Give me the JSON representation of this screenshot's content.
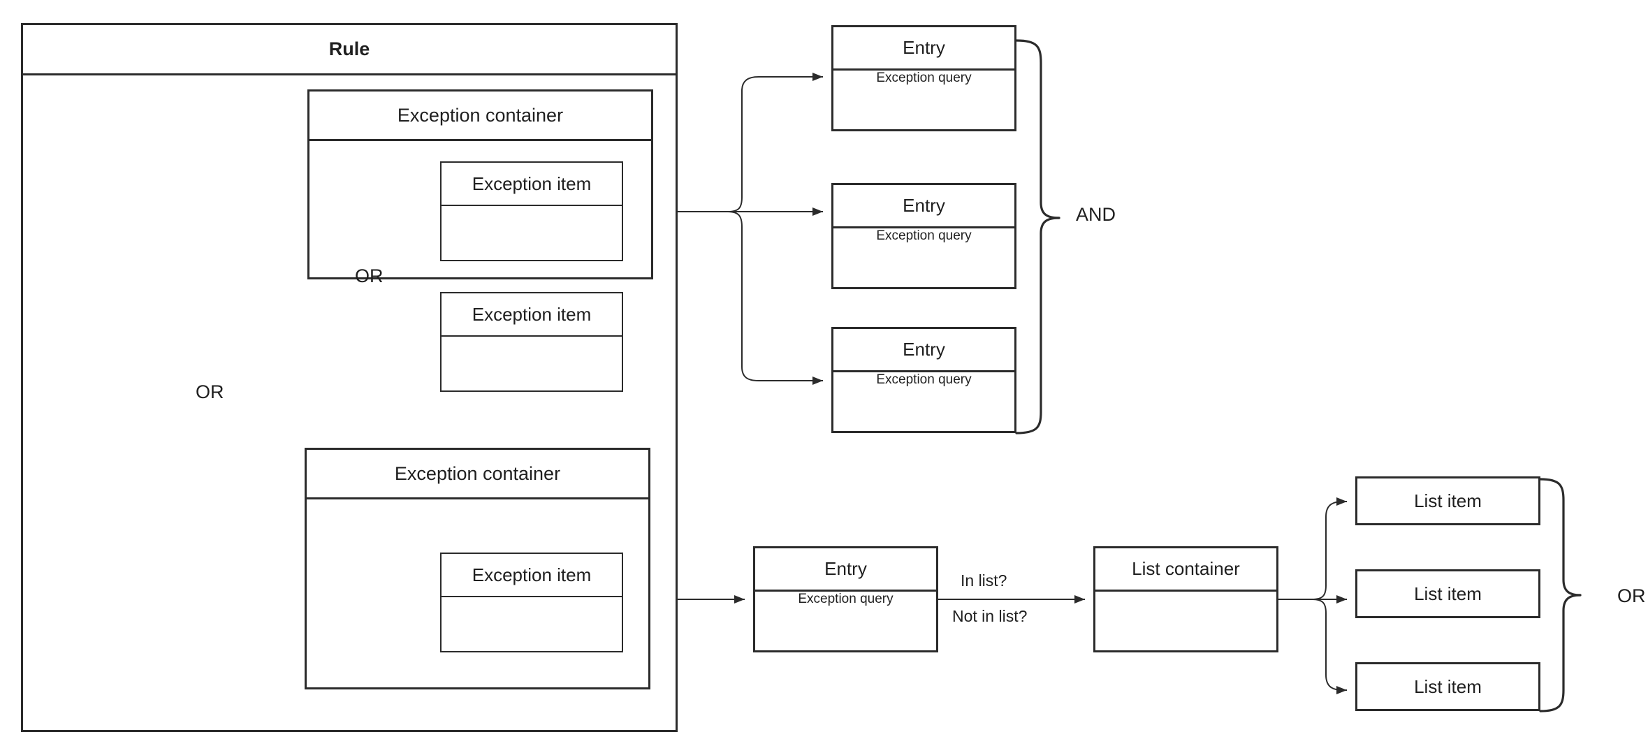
{
  "diagram": {
    "title": "Rule",
    "type": "flow-diagram",
    "rule": {
      "label": "Rule",
      "exception_containers": [
        {
          "label": "Exception container",
          "items": [
            {
              "label": "Exception item",
              "body": ""
            },
            {
              "label": "Exception item",
              "body": ""
            }
          ],
          "item_operator": "OR"
        },
        {
          "label": "Exception container",
          "items": [
            {
              "label": "Exception item",
              "body": ""
            }
          ],
          "item_operator": ""
        }
      ],
      "container_operator": "OR"
    },
    "entries": [
      {
        "label": "Entry",
        "body": "Exception query"
      },
      {
        "label": "Entry",
        "body": "Exception query"
      },
      {
        "label": "Entry",
        "body": "Exception query"
      }
    ],
    "entries_operator": "AND",
    "list_entry": {
      "label": "Entry",
      "body": "Exception query"
    },
    "edge_labels": {
      "in_list": "In list?",
      "not_in_list": "Not in list?"
    },
    "list_container": {
      "label": "List container",
      "body": ""
    },
    "list_items": [
      {
        "label": "List item"
      },
      {
        "label": "List item"
      },
      {
        "label": "List item"
      }
    ],
    "list_operator": "OR",
    "colors": {
      "stroke": "#2b2b2b",
      "fill": "#ffffff",
      "text": "#1f1f1f"
    }
  }
}
